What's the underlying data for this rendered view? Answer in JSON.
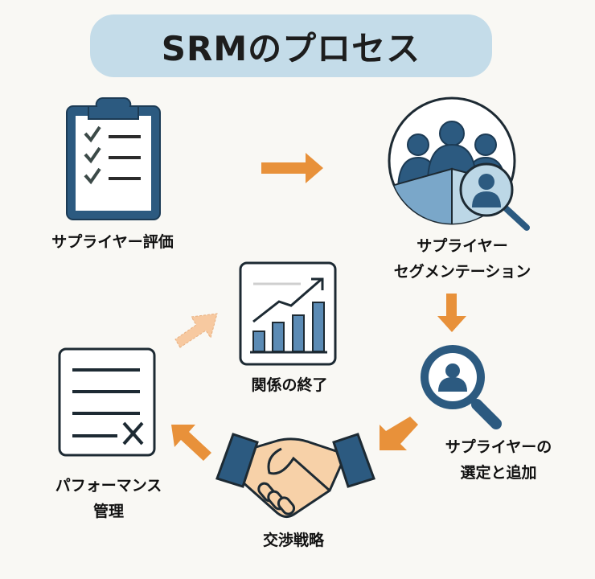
{
  "title": "SRMのプロセス",
  "colors": {
    "primary": "#2c5a80",
    "light_blue": "#7aa7c9",
    "pale_blue": "#bcd7e6",
    "arrow": "#e8913a",
    "arrow_faded": "#f7c9a0",
    "skin": "#f7d1a8",
    "title_bg": "#c4dce9"
  },
  "steps": [
    {
      "icon": "clipboard-checklist-icon",
      "lines": [
        "サプライヤー評価"
      ]
    },
    {
      "icon": "people-segmentation-icon",
      "lines": [
        "サプライヤー",
        "セグメンテーション"
      ]
    },
    {
      "icon": "magnifier-person-icon",
      "lines": [
        "サプライヤーの",
        "選定と追加"
      ]
    },
    {
      "icon": "handshake-icon",
      "lines": [
        "交渉戦略"
      ]
    },
    {
      "icon": "document-x-icon",
      "lines": [
        "パフォーマンス",
        "管理"
      ]
    },
    {
      "icon": "growth-chart-icon",
      "lines": [
        "関係の終了"
      ]
    }
  ]
}
